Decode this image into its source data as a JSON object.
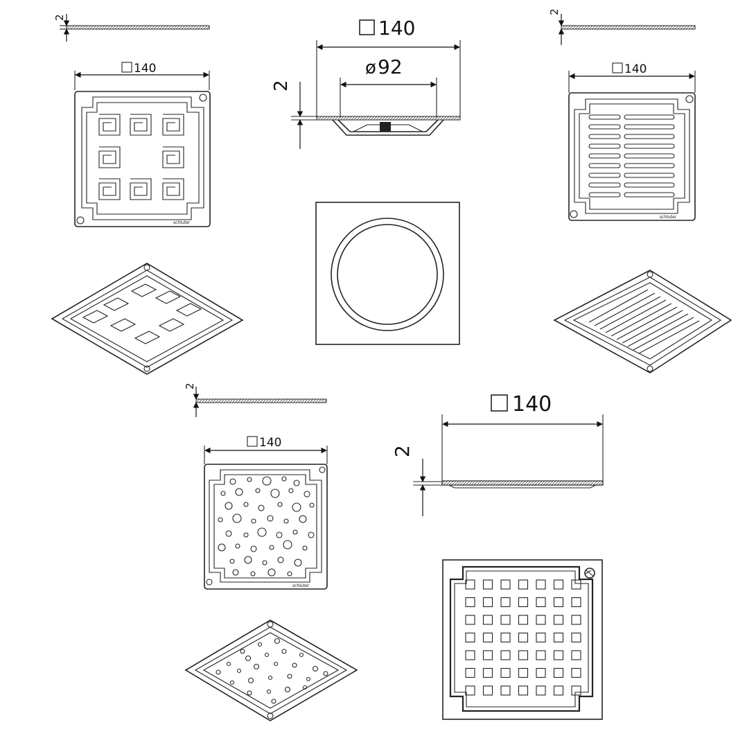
{
  "drawing": {
    "background": "#ffffff",
    "line_color": "#222222",
    "greek_grate": {
      "width_label": "140",
      "thickness_label": "2",
      "brand_mark": "schluter"
    },
    "slot_grate": {
      "width_label": "140",
      "thickness_label": "2",
      "brand_mark": "schluter"
    },
    "dot_grate": {
      "width_label": "140",
      "thickness_label": "2",
      "brand_mark": "schluter"
    },
    "frame_section": {
      "width_label": "140",
      "diameter_label": "92",
      "thickness_label": "2"
    },
    "square_grate": {
      "width_label": "140",
      "thickness_label": "2"
    }
  }
}
